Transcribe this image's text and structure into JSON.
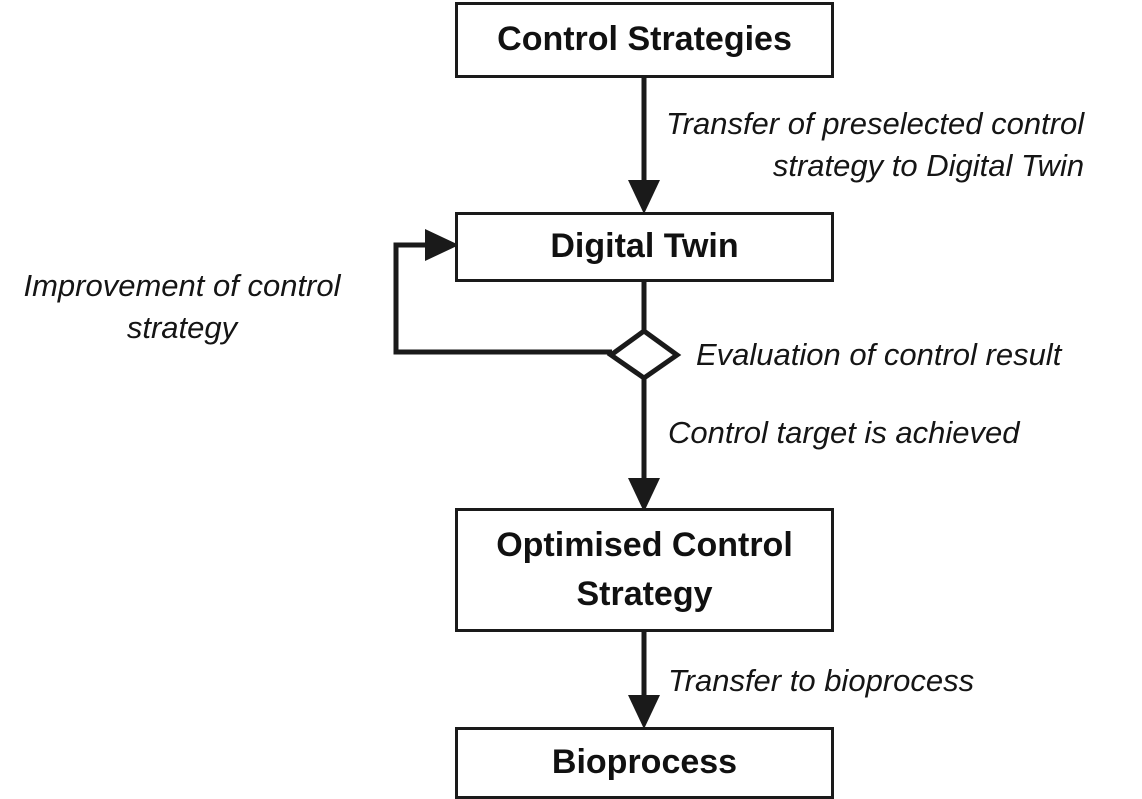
{
  "nodes": {
    "control_strategies": "Control Strategies",
    "digital_twin": "Digital Twin",
    "optimised_line1": "Optimised Control",
    "optimised_line2": "Strategy",
    "bioprocess": "Bioprocess"
  },
  "edges": {
    "transfer_preselected_line1": "Transfer of preselected control",
    "transfer_preselected_line2": "strategy to Digital Twin",
    "improvement_line1": "Improvement of control",
    "improvement_line2": "strategy",
    "evaluation": "Evaluation of control result",
    "target_achieved": "Control target is achieved",
    "transfer_bioprocess": "Transfer to bioprocess"
  }
}
